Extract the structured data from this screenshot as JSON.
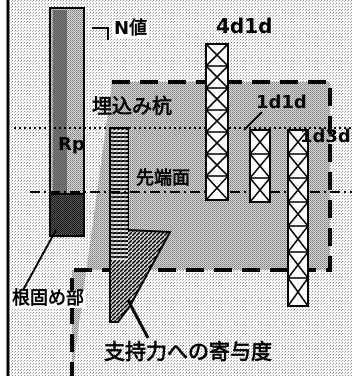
{
  "labels": {
    "n_value": "N値",
    "val_4d1d": "4d1d",
    "val_1d1d": "1d1d",
    "val_1d3d": "1d3d",
    "embedded_pile": "埋込み杭",
    "rp": "Rp",
    "tip_surface": "先端面",
    "root_fixing": "根固め部",
    "bearing_contribution": "支持力への寄与度"
  },
  "colors": {
    "line": "#000000",
    "background": "#ffffff",
    "hatch_dark": "#444444",
    "hatch_light": "#bdbdbd"
  }
}
